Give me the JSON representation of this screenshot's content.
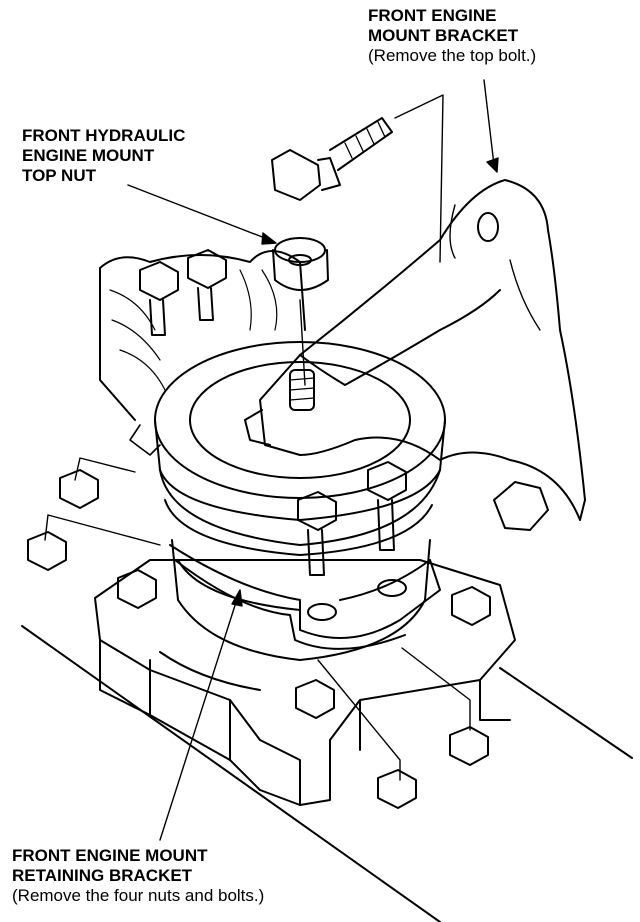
{
  "labels": {
    "mount_bracket": {
      "line1": "FRONT ENGINE",
      "line2": "MOUNT BRACKET",
      "note": "(Remove the top bolt.)"
    },
    "top_nut": {
      "line1": "FRONT HYDRAULIC",
      "line2": "ENGINE MOUNT",
      "line3": "TOP NUT"
    },
    "retaining_bracket": {
      "line1": "FRONT ENGINE MOUNT",
      "line2": "RETAINING BRACKET",
      "note": "(Remove the four nuts and bolts.)"
    }
  },
  "colors": {
    "line": "#000000",
    "background": "#ffffff"
  }
}
